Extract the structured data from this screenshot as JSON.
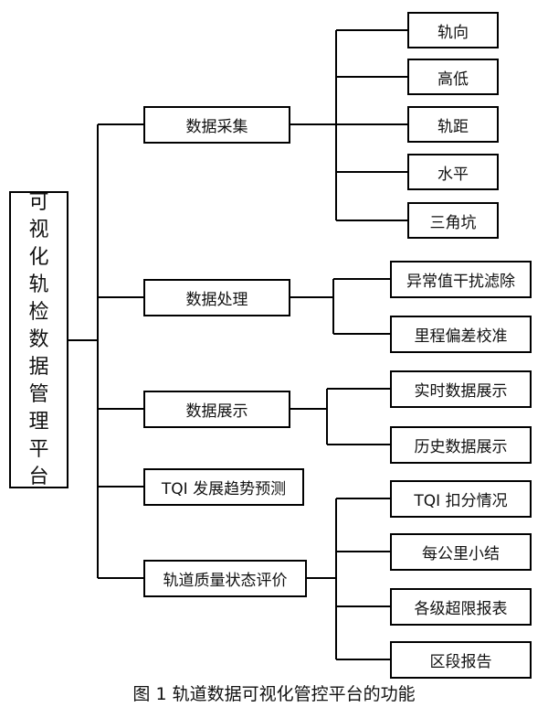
{
  "root": {
    "label": "可视化轨检数据管理平台"
  },
  "groups": [
    {
      "label": "数据采集",
      "children": [
        "轨向",
        "高低",
        "轨距",
        "水平",
        "三角坑"
      ]
    },
    {
      "label": "数据处理",
      "children": [
        "异常值干扰滤除",
        "里程偏差校准"
      ]
    },
    {
      "label": "数据展示",
      "children": [
        "实时数据展示",
        "历史数据展示"
      ]
    },
    {
      "label": "TQI 发展趋势预测",
      "children": []
    },
    {
      "label": "轨道质量状态评价",
      "children": [
        "TQI 扣分情况",
        "每公里小结",
        "各级超限报表",
        "区段报告"
      ]
    }
  ],
  "caption": "图 1   轨道数据可视化管控平台的功能"
}
